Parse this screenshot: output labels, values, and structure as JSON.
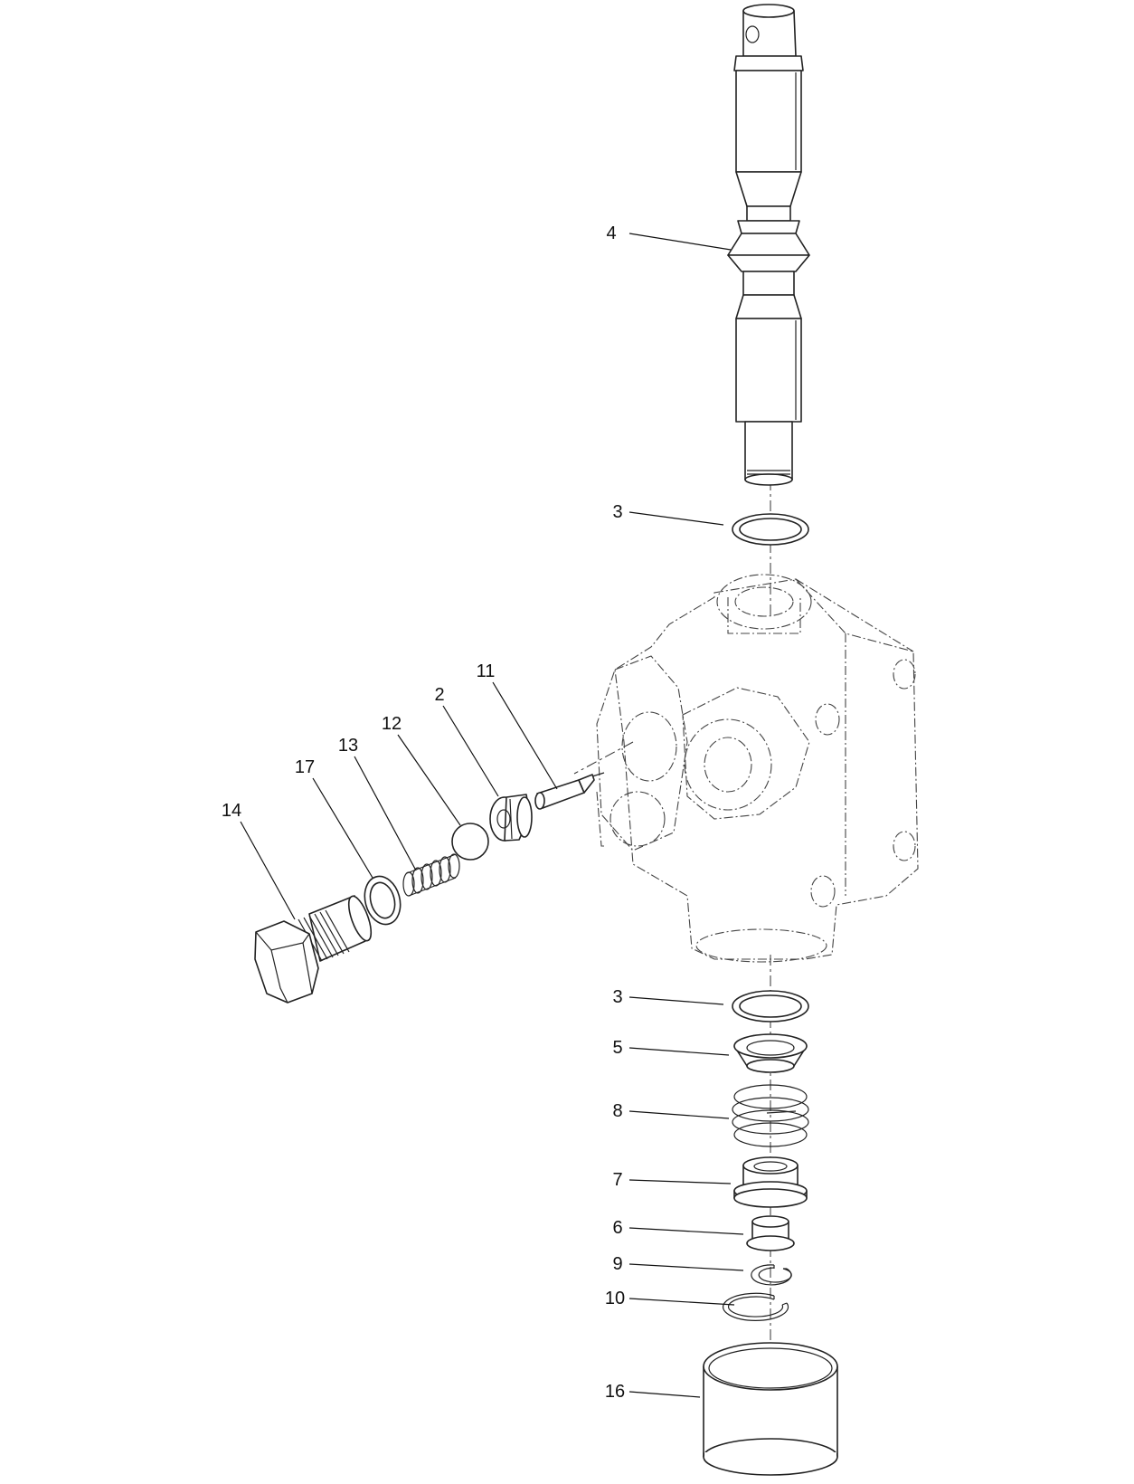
{
  "callouts": [
    {
      "id": "callout-4",
      "label": "4",
      "part": "spool"
    },
    {
      "id": "callout-3a",
      "label": "3",
      "part": "o-ring-upper"
    },
    {
      "id": "callout-11",
      "label": "11",
      "part": "poppet-pin"
    },
    {
      "id": "callout-2",
      "label": "2",
      "part": "poppet-seat"
    },
    {
      "id": "callout-12",
      "label": "12",
      "part": "ball"
    },
    {
      "id": "callout-13",
      "label": "13",
      "part": "small-spring"
    },
    {
      "id": "callout-17",
      "label": "17",
      "part": "seal-ring"
    },
    {
      "id": "callout-14",
      "label": "14",
      "part": "plug"
    },
    {
      "id": "callout-3b",
      "label": "3",
      "part": "o-ring-lower"
    },
    {
      "id": "callout-5",
      "label": "5",
      "part": "spring-retainer-upper"
    },
    {
      "id": "callout-8",
      "label": "8",
      "part": "centering-spring"
    },
    {
      "id": "callout-7",
      "label": "7",
      "part": "spring-retainer-lower"
    },
    {
      "id": "callout-6",
      "label": "6",
      "part": "spacer"
    },
    {
      "id": "callout-9",
      "label": "9",
      "part": "snap-ring-small"
    },
    {
      "id": "callout-10",
      "label": "10",
      "part": "snap-ring-large"
    },
    {
      "id": "callout-16",
      "label": "16",
      "part": "end-cap"
    }
  ]
}
